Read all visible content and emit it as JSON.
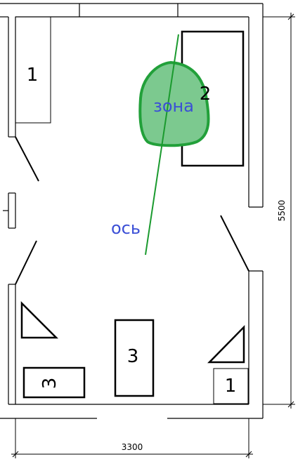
{
  "labels": {
    "item_1_top": "1",
    "item_2": "2",
    "item_3_center": "3",
    "item_3_bottom": "3",
    "item_1_bottom": "1",
    "zone": "зона",
    "axis": "ось"
  },
  "dimensions": {
    "width": "3300",
    "height": "5500"
  },
  "colors": {
    "zone_fill": "#7cc98f",
    "zone_stroke": "#22a03a",
    "axis_line": "#1a9a2e",
    "label_blue": "#3b4fd6"
  }
}
